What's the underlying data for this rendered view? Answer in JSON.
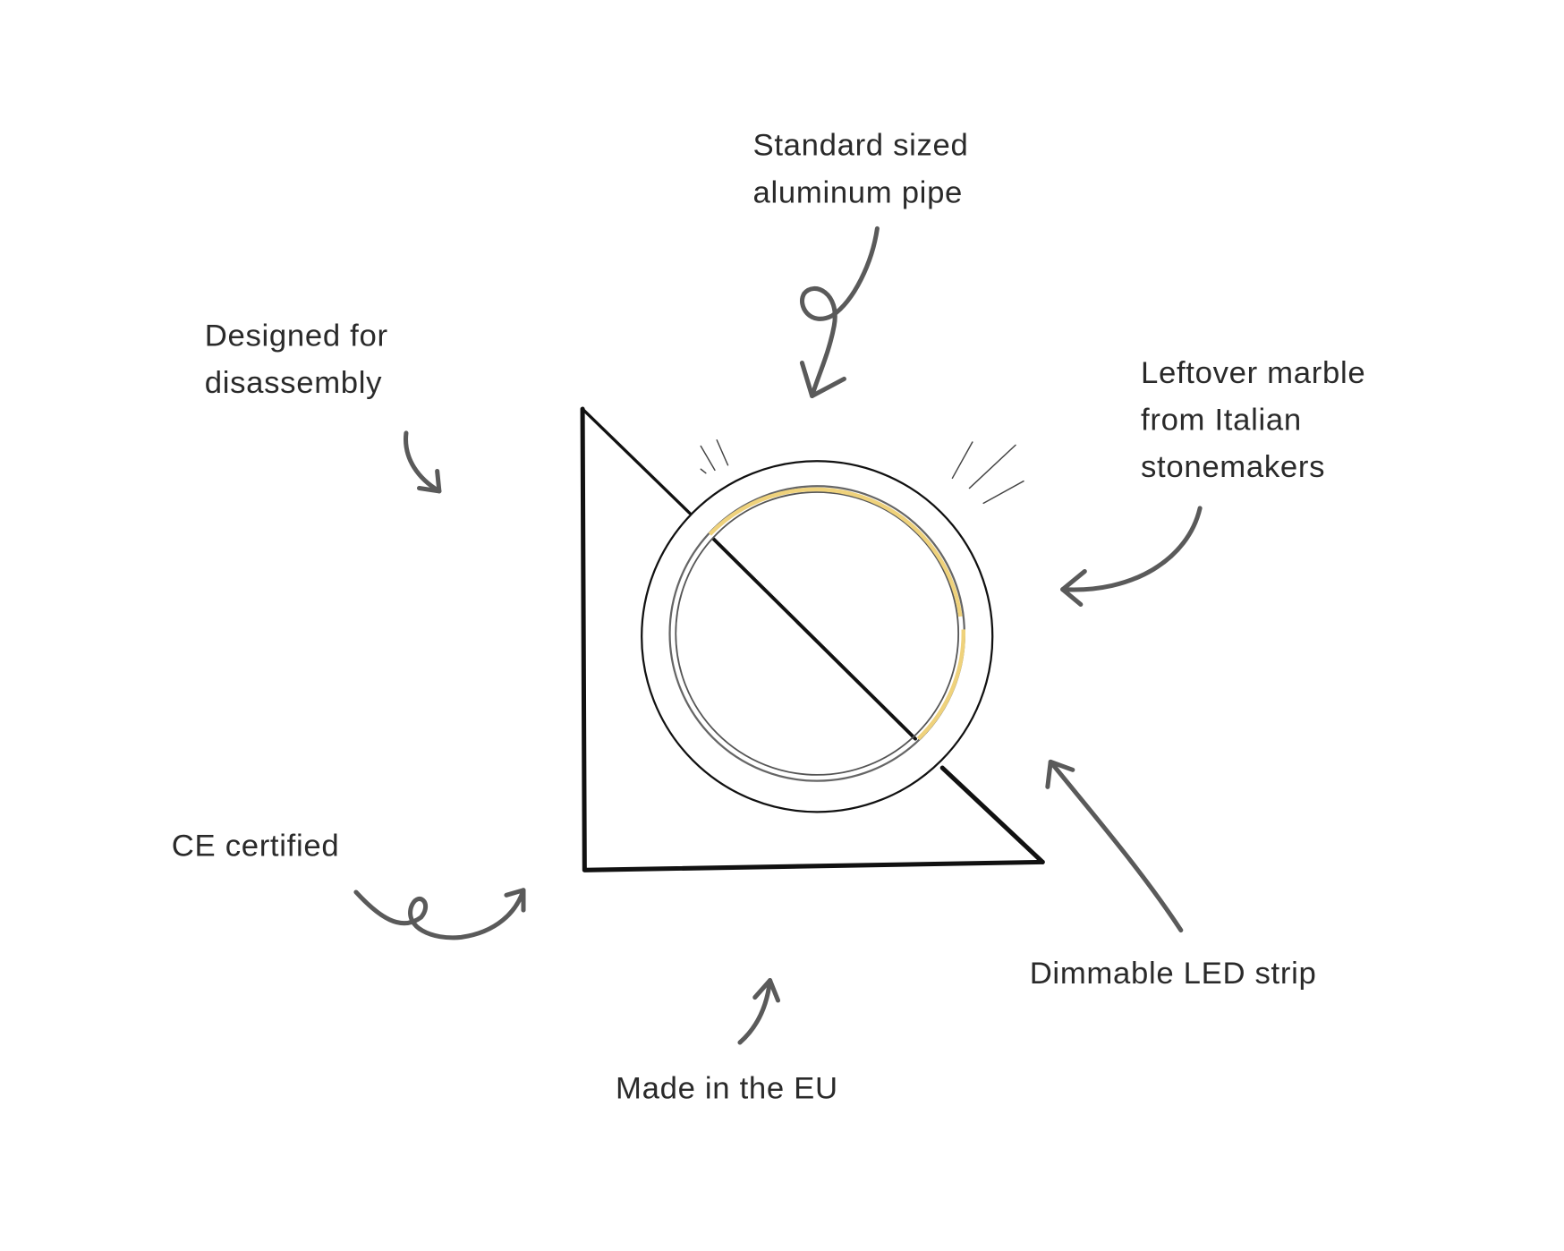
{
  "labels": {
    "pipe": [
      "Standard sized",
      "aluminum pipe"
    ],
    "disassembly": [
      "Designed for",
      "disassembly"
    ],
    "marble": [
      "Leftover marble",
      "from Italian",
      "stonemakers"
    ],
    "ce": "CE certified",
    "led": "Dimmable LED strip",
    "eu": "Made in the EU"
  },
  "colors": {
    "led_glow": "#efd27c",
    "arrow": "#5a5a5a",
    "outline": "#111111"
  }
}
